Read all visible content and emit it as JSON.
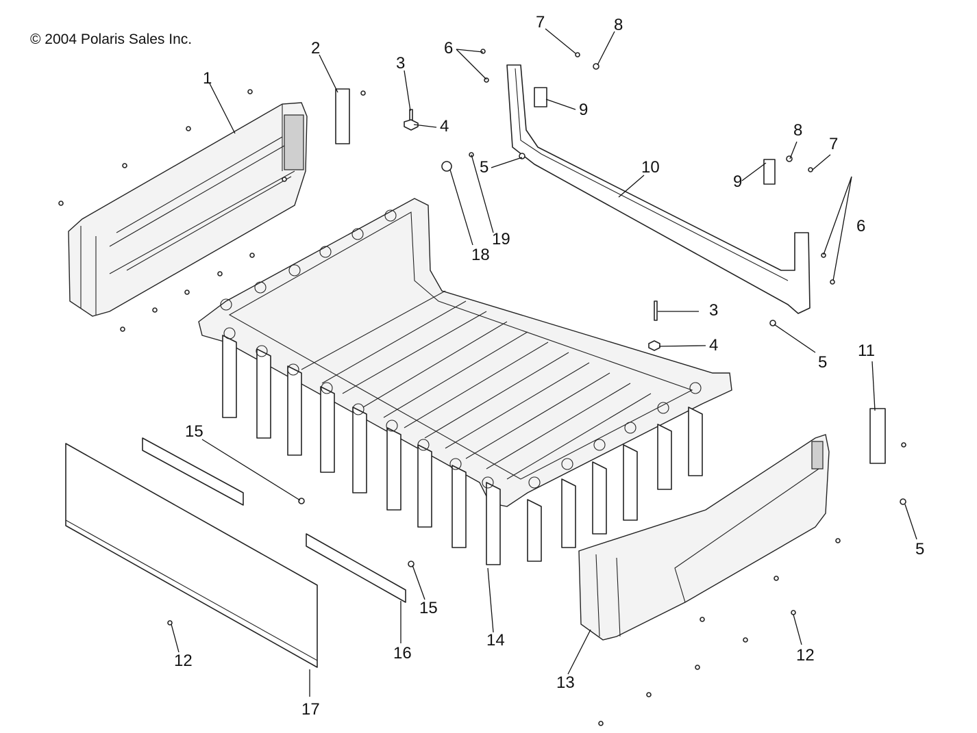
{
  "copyright": "© 2004 Polaris Sales Inc.",
  "callouts": [
    "1",
    "2",
    "3",
    "4",
    "6",
    "7",
    "8",
    "9",
    "5",
    "10",
    "18",
    "19",
    "3",
    "4",
    "5",
    "9",
    "8",
    "7",
    "6",
    "11",
    "15",
    "15",
    "16",
    "14",
    "13",
    "12",
    "12",
    "17",
    "5"
  ]
}
